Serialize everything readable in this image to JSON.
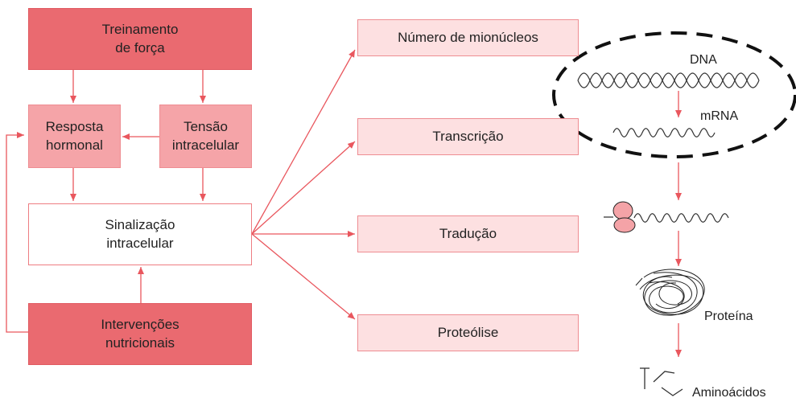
{
  "boxes": {
    "treinamento": "Treinamento\nde força",
    "resposta": "Resposta\nhormonal",
    "tensao": "Tensão\nintracelular",
    "sinalizacao": "Sinalização\nintracelular",
    "intervencoes": "Intervenções\nnutricionais"
  },
  "outputs": {
    "mionucleos": "Número de mionúcleos",
    "transcricao": "Transcrição",
    "traducao": "Tradução",
    "proteolise": "Proteólise"
  },
  "process": {
    "dna": "DNA",
    "mrna": "mRNA",
    "proteina": "Proteína",
    "aminoacidos": "Aminoácidos"
  },
  "colors": {
    "arrow": "#e9575e",
    "dark_box": "#ea6a70",
    "mid_box": "#f5a4a8",
    "light_box": "#fde0e1",
    "ribosome": "#f4a3a7"
  }
}
